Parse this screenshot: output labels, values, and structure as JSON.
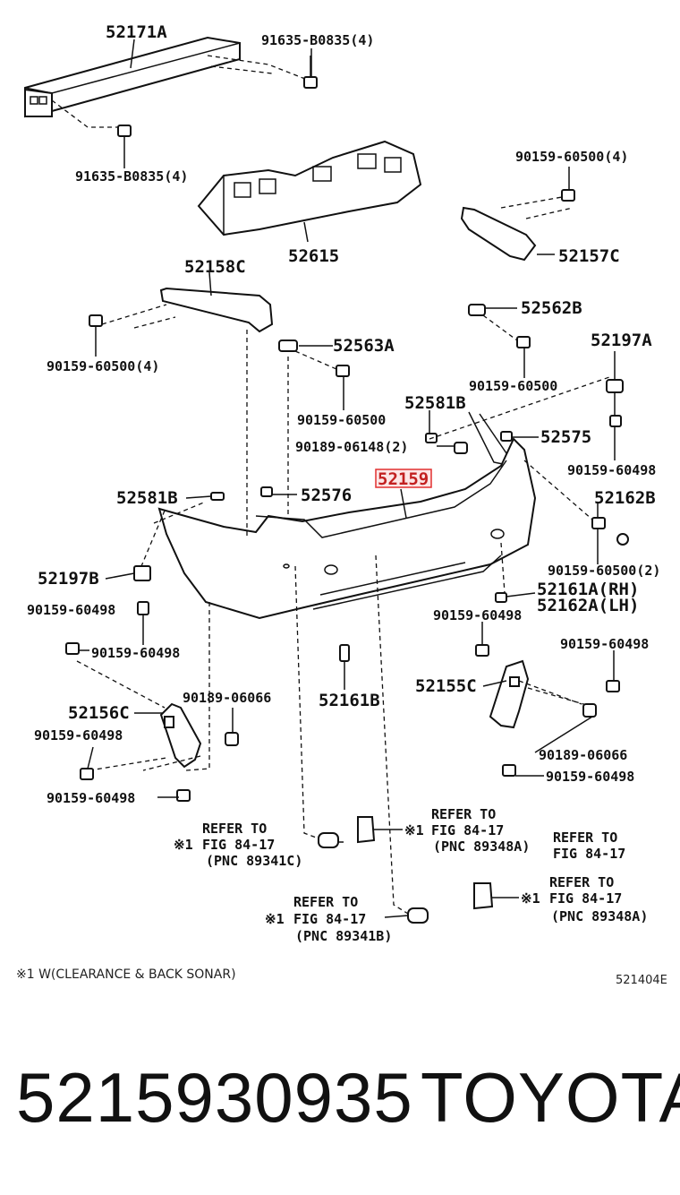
{
  "labels": {
    "l52171A": "52171A",
    "l91635_top": "91635-B0835(4)",
    "l91635_bottom": "91635-B0835(4)",
    "l52615": "52615",
    "l90159_60500_4_right": "90159-60500(4)",
    "l52157C": "52157C",
    "l52158C": "52158C",
    "l90159_60500_4_left": "90159-60500(4)",
    "l52562B": "52562B",
    "l52563A": "52563A",
    "l52197A": "52197A",
    "l90159_60500_a": "90159-60500",
    "l90159_60500_b": "90159-60500",
    "l52581B_top": "52581B",
    "l90189_06148": "90189-06148(2)",
    "l52575": "52575",
    "l90159_60498_r1": "90159-60498",
    "l52159": "52159",
    "l52581B_left": "52581B",
    "l52576": "52576",
    "l52162B": "52162B",
    "l90159_60500_2": "90159-60500(2)",
    "l52197B": "52197B",
    "l52161A": "52161A(RH)",
    "l52162A": "52162A(LH)",
    "l90159_60498_l1": "90159-60498",
    "l90159_60498_m": "90159-60498",
    "l90159_60498_l2": "90159-60498",
    "l90159_60498_r2": "90159-60498",
    "l52161B": "52161B",
    "l52155C": "52155C",
    "l90189_06066_l": "90189-06066",
    "l52156C": "52156C",
    "l90159_60498_l3": "90159-60498",
    "l90189_06066_r": "90189-06066",
    "l90159_60498_l4": "90159-60498",
    "l90159_60498_r3": "90159-60498"
  },
  "refs": {
    "r1": {
      "refer": "REFER TO",
      "fig": "FIG 84-17",
      "pnc": "(PNC 89341C)"
    },
    "r2": {
      "refer": "REFER TO",
      "fig": "FIG 84-17",
      "pnc": "(PNC 89348A)"
    },
    "r3": {
      "refer": "REFER TO",
      "fig": "FIG 84-17"
    },
    "r4": {
      "refer": "REFER TO",
      "fig": "FIG 84-17",
      "pnc": "(PNC 89348A)"
    },
    "r5": {
      "refer": "REFER TO",
      "fig": "FIG 84-17",
      "pnc": "(PNC 89341B)"
    },
    "mark": "※1"
  },
  "footnote": "※1 W(CLEARANCE & BACK SONAR)",
  "diagram_id": "521404E",
  "caption": {
    "part_number": "5215930935",
    "brand": "TOYOTA"
  }
}
